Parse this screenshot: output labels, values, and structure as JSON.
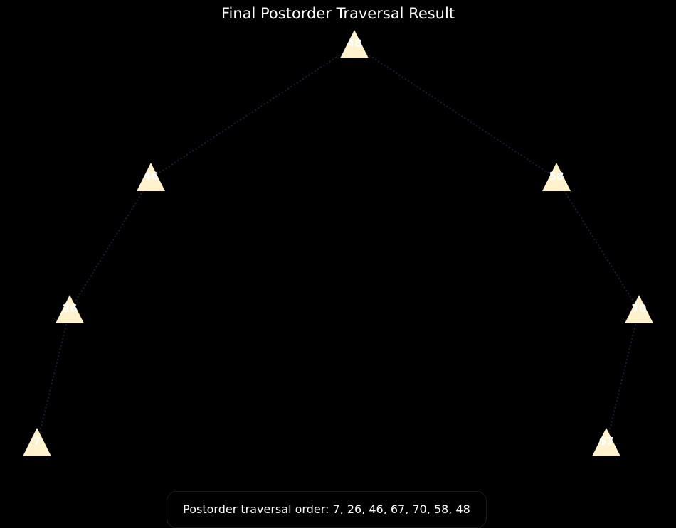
{
  "title": "Final Postorder Traversal Result",
  "tree": {
    "root": {
      "label": "48",
      "left": {
        "label": "46",
        "left": {
          "label": "26",
          "left": {
            "label": "7"
          }
        }
      },
      "right": {
        "label": "58",
        "right": {
          "label": "70",
          "left": {
            "label": "67"
          }
        }
      }
    }
  },
  "result": {
    "text": "Postorder traversal order: 7, 26, 46, 67, 70, 58, 48"
  },
  "colors": {
    "background": "#000000",
    "node_fill": "#fff2cc",
    "edge": "#1a1f33",
    "text": "#ffffff"
  }
}
